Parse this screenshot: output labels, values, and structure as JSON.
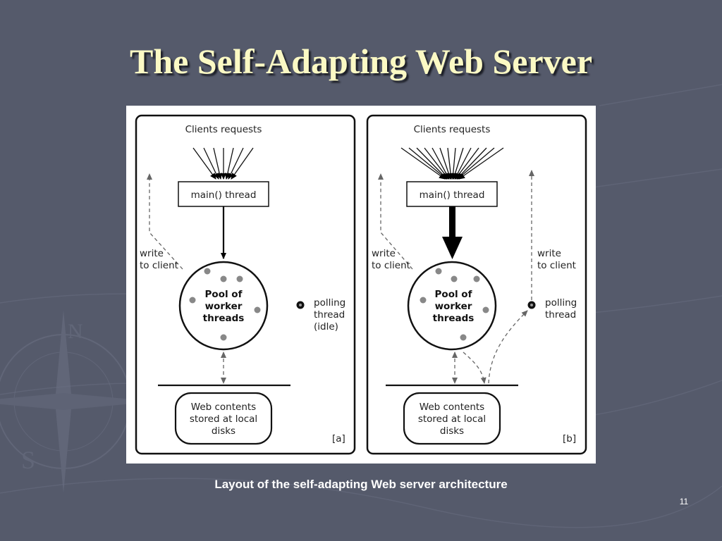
{
  "slide": {
    "title": "The Self-Adapting Web Server",
    "caption": "Layout of the self-adapting Web server architecture",
    "page_number": "11",
    "colors": {
      "background": "#555a6b",
      "title": "#fbf9c4",
      "caption": "#ffffff"
    }
  },
  "diagram": {
    "panel_a": {
      "clients_label": "Clients requests",
      "main_label": "main() thread",
      "write_line1": "write",
      "write_line2": "to client",
      "pool_line1": "Pool of",
      "pool_line2": "worker",
      "pool_line3": "threads",
      "polling_line1": "polling",
      "polling_line2": "thread",
      "polling_line3": "(idle)",
      "web_line1": "Web contents",
      "web_line2": "stored at local",
      "web_line3": "disks",
      "tag": "[a]"
    },
    "panel_b": {
      "clients_label": "Clients requests",
      "main_label": "main() thread",
      "write_left_line1": "write",
      "write_left_line2": "to client",
      "write_right_line1": "write",
      "write_right_line2": "to client",
      "pool_line1": "Pool of",
      "pool_line2": "worker",
      "pool_line3": "threads",
      "polling_line1": "polling",
      "polling_line2": "thread",
      "web_line1": "Web contents",
      "web_line2": "stored at local",
      "web_line3": "disks",
      "tag": "[b]"
    }
  }
}
